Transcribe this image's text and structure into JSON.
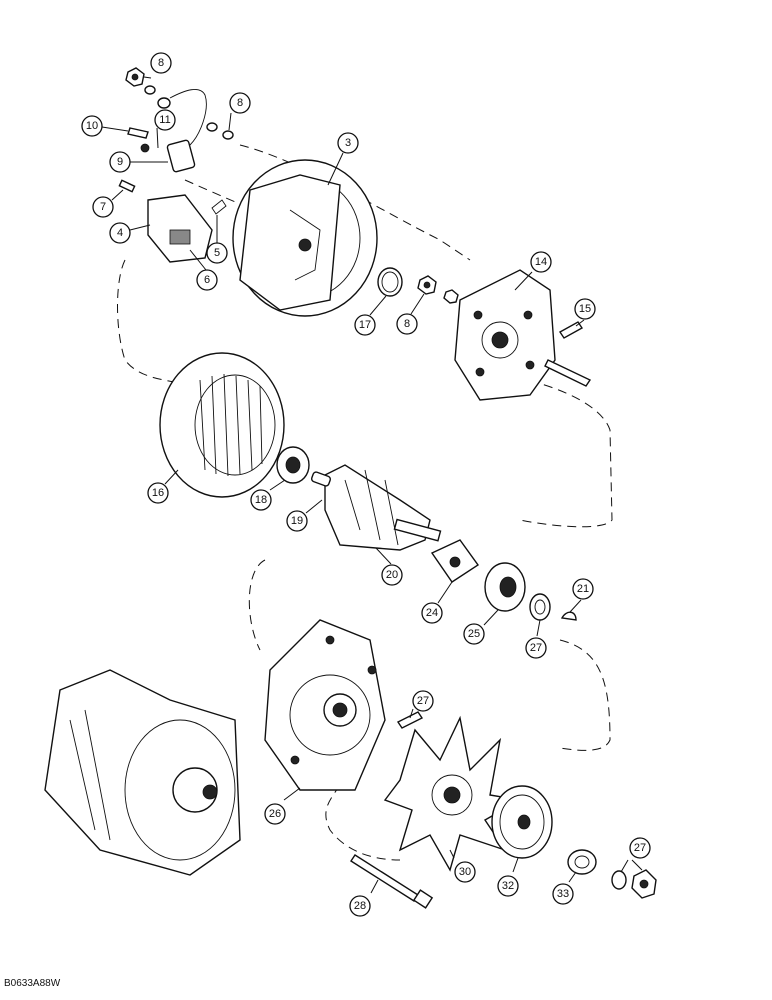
{
  "figure_code": "B0633A88W",
  "callouts": [
    {
      "label": "8"
    },
    {
      "label": "8"
    },
    {
      "label": "10"
    },
    {
      "label": "11"
    },
    {
      "label": "9"
    },
    {
      "label": "3"
    },
    {
      "label": "7"
    },
    {
      "label": "4"
    },
    {
      "label": "5"
    },
    {
      "label": "6"
    },
    {
      "label": "14"
    },
    {
      "label": "15"
    },
    {
      "label": "17"
    },
    {
      "label": "8"
    },
    {
      "label": "16"
    },
    {
      "label": "18"
    },
    {
      "label": "19"
    },
    {
      "label": "20"
    },
    {
      "label": "24"
    },
    {
      "label": "25"
    },
    {
      "label": "27"
    },
    {
      "label": "21"
    },
    {
      "label": "27"
    },
    {
      "label": "26"
    },
    {
      "label": "30"
    },
    {
      "label": "32"
    },
    {
      "label": "33"
    },
    {
      "label": "27"
    },
    {
      "label": "28"
    }
  ]
}
